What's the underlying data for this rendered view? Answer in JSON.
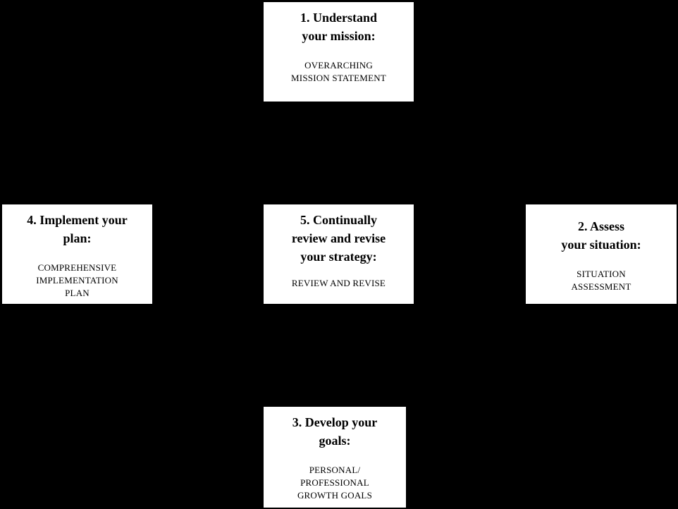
{
  "diagram": {
    "background_color": "#000000",
    "box_fill_color": "#ffffff",
    "box_text_color": "#000000",
    "boxes": [
      {
        "id": "understand-mission",
        "title": "1. Understand\nyour mission:",
        "subtitle": "OVERARCHING\nMISSION STATEMENT"
      },
      {
        "id": "assess-situation",
        "title": "2. Assess\nyour situation:",
        "subtitle": "SITUATION\nASSESSMENT"
      },
      {
        "id": "develop-goals",
        "title": "3. Develop your\ngoals:",
        "subtitle": "PERSONAL/\nPROFESSIONAL\nGROWTH GOALS"
      },
      {
        "id": "implement-plan",
        "title": "4. Implement your\nplan:",
        "subtitle": "COMPREHENSIVE\nIMPLEMENTATION\nPLAN"
      },
      {
        "id": "review-revise",
        "title": "5. Continually\nreview and revise\nyour strategy:",
        "subtitle": "REVIEW AND  REVISE"
      }
    ]
  }
}
